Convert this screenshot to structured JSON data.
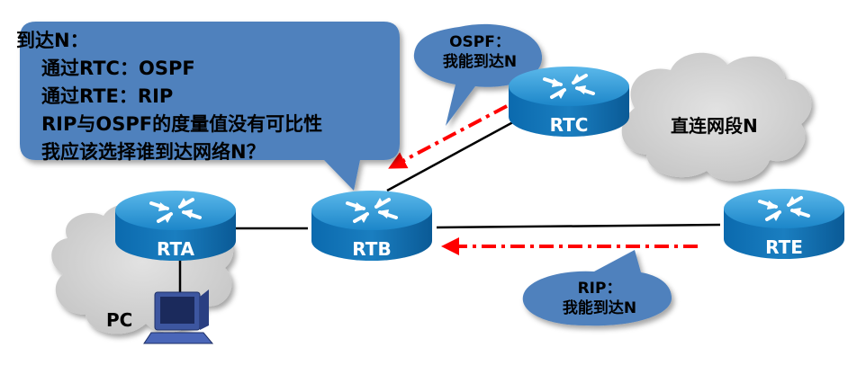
{
  "main_callout": {
    "line1": "到达N：",
    "line2": "通过RTC：OSPF",
    "line3": "通过RTE：RIP",
    "line4": "RIP与OSPF的度量值没有可比性",
    "line5": "我应该选择谁到达网络N？"
  },
  "ospf_bubble": {
    "line1": "OSPF：",
    "line2": "我能到达N"
  },
  "rip_bubble": {
    "line1": "RIP：",
    "line2": "我能到达N"
  },
  "routers": {
    "rta": "RTA",
    "rtb": "RTB",
    "rtc": "RTC",
    "rte": "RTE"
  },
  "pc_label": "PC",
  "network_label": "直连网段N",
  "colors": {
    "callout_fill": "#4f81bd",
    "router_top": "#2e9ad6",
    "router_side": "#0a5d9e",
    "arrow": "#ff0000",
    "cloud": "#cfcfcf"
  }
}
